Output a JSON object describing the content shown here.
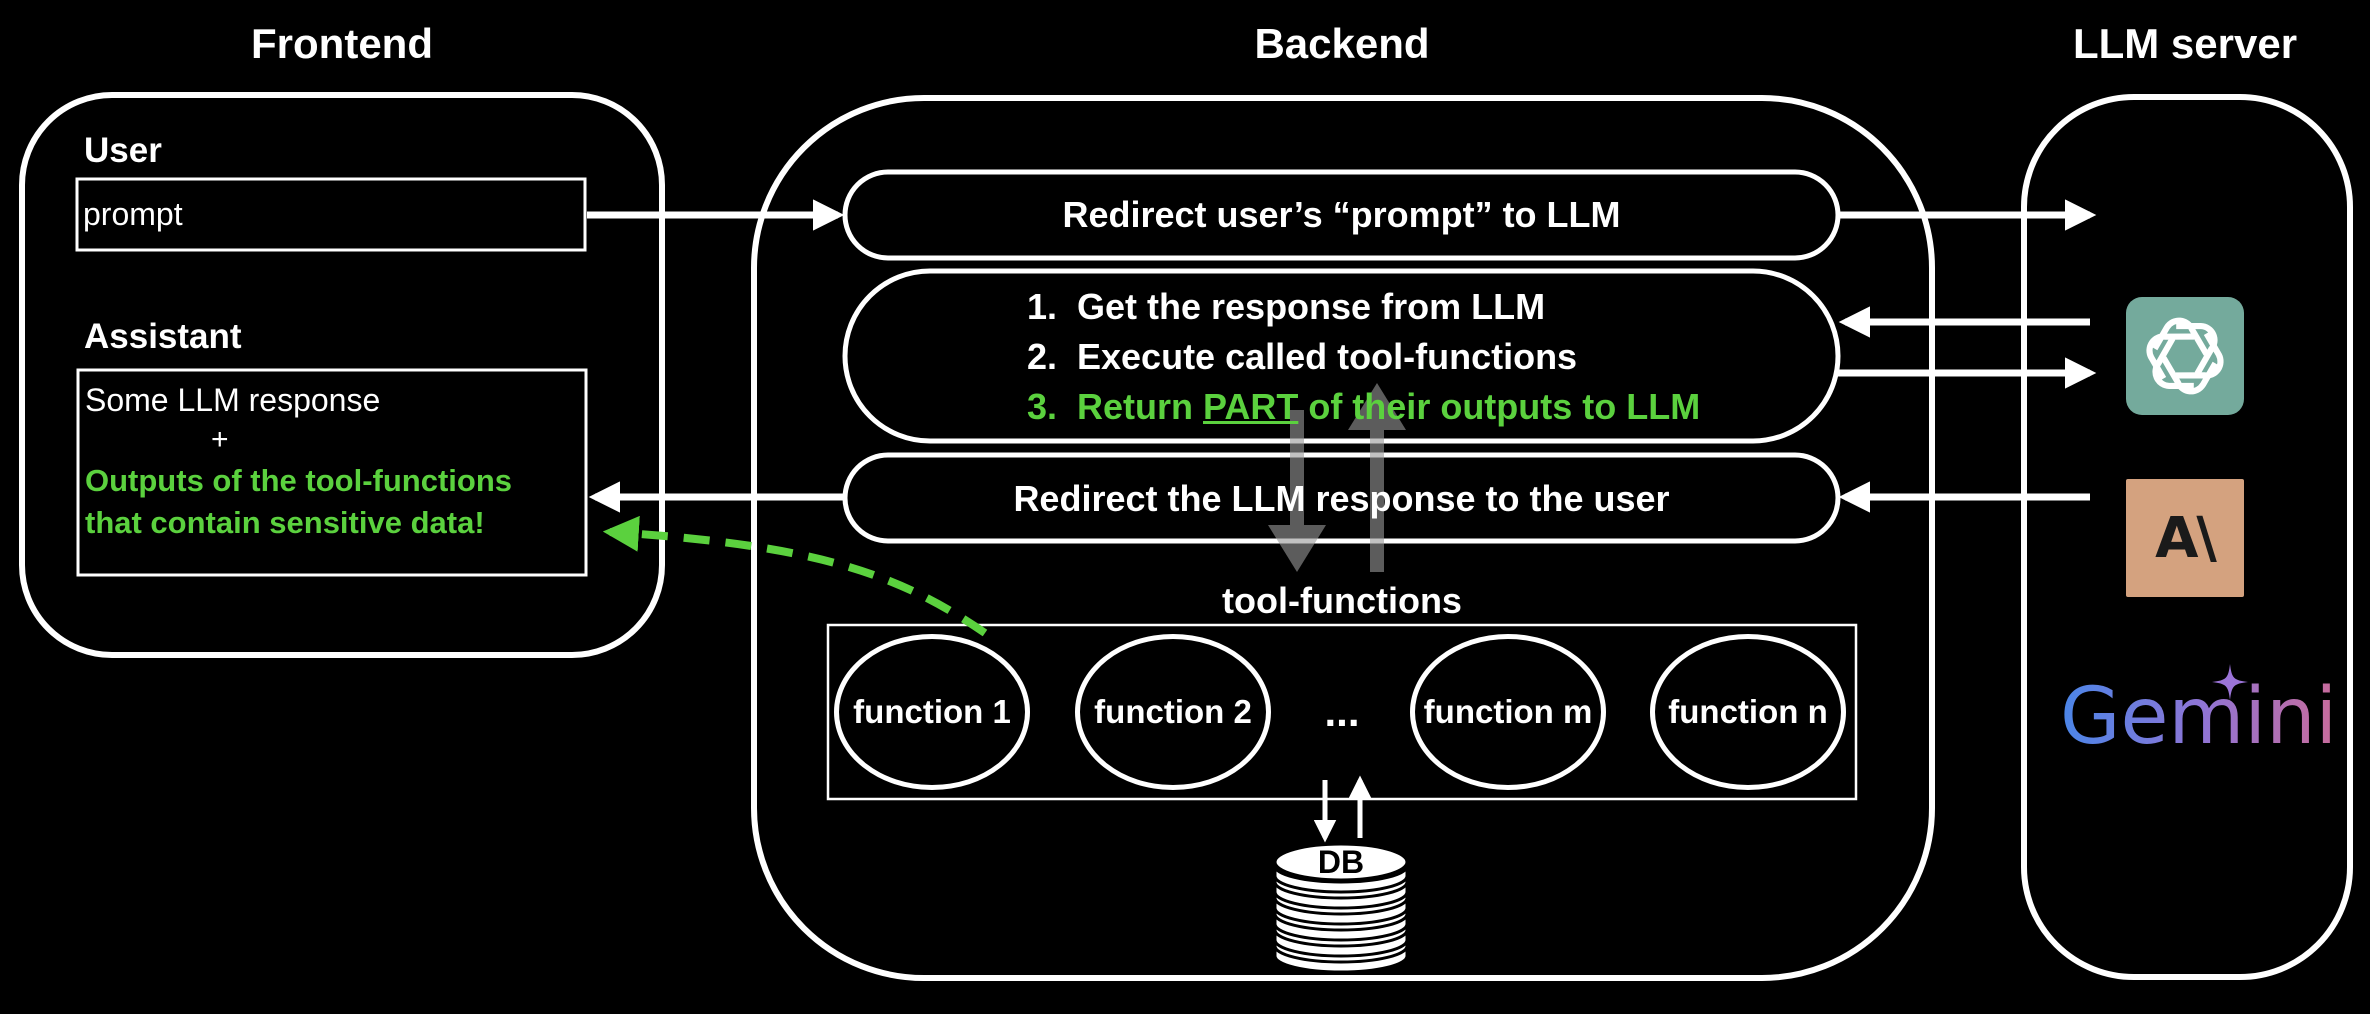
{
  "columns": {
    "frontend": "Frontend",
    "backend": "Backend",
    "llm_server": "LLM server"
  },
  "frontend": {
    "user_label": "User",
    "prompt_value": "prompt",
    "assistant_label": "Assistant",
    "assistant_line1": "Some LLM response",
    "assistant_plus": "+",
    "assistant_green1": "Outputs of the tool-functions",
    "assistant_green2": "that contain sensitive data!"
  },
  "backend": {
    "step_redirect_prompt": "Redirect user’s “prompt” to LLM",
    "steps": [
      {
        "num": "1.",
        "text": "Get the response from LLM"
      },
      {
        "num": "2.",
        "text": "Execute called tool-functions"
      }
    ],
    "step3_num": "3.",
    "step3_pre": "Return ",
    "step3_part": "PART",
    "step3_post": " of their outputs to LLM",
    "step_redirect_response": "Redirect the LLM response to the user",
    "tools_label": "tool-functions",
    "functions": [
      "function 1",
      "function 2",
      "function m",
      "function n"
    ],
    "ellipsis": "...",
    "db_label": "DB"
  },
  "llm": {
    "logos": [
      "openai-logo",
      "anthropic-logo",
      "gemini-logo"
    ],
    "anthropic_text": "A\\",
    "gemini_text": "Gemini"
  },
  "colors": {
    "background": "#000000",
    "foreground": "#ffffff",
    "highlight_green": "#5bd13e",
    "openai_bg": "#74aa9c",
    "anthropic_bg": "#d4a27f",
    "gray_arrow": "#8a8a8a"
  }
}
